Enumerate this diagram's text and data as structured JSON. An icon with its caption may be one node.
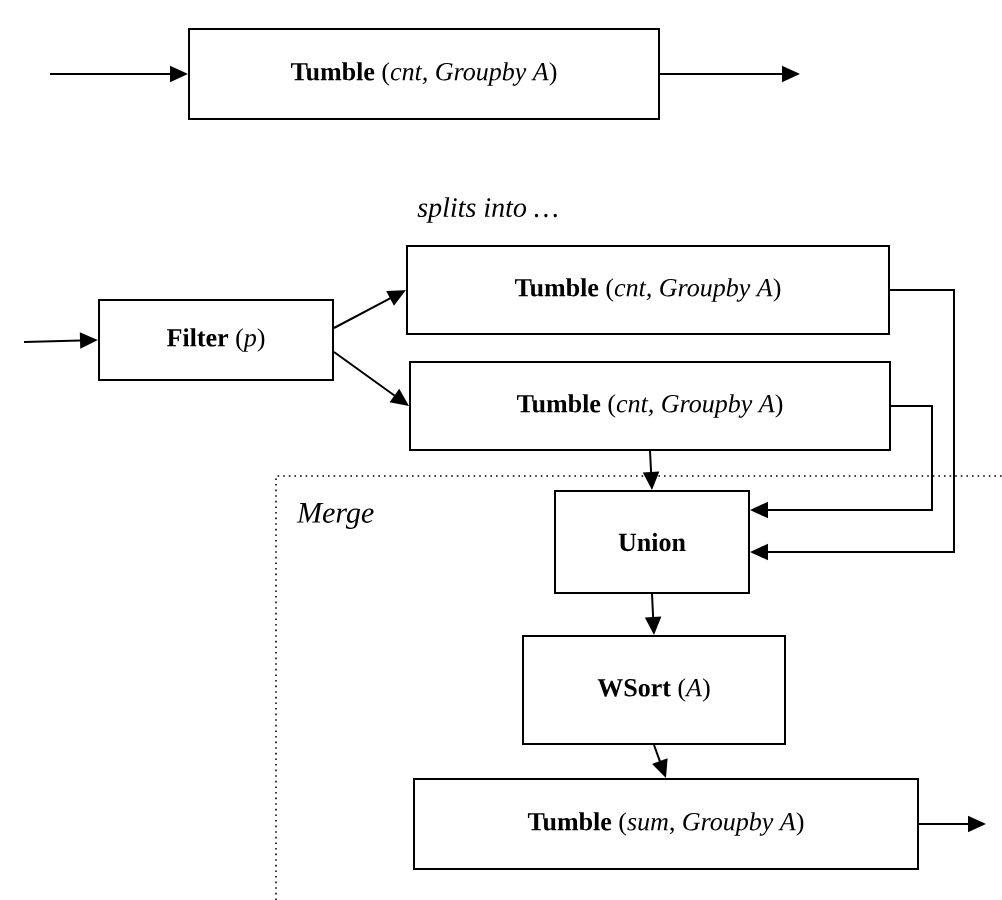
{
  "diagram": {
    "nodes": [
      {
        "text": [
          "**Tumble** (*cnt, Groupby A*)"
        ]
      },
      {
        "text": [
          "**Filter** (*p*)"
        ]
      },
      {
        "text": [
          "**Tumble** (*cnt, Groupby A*)"
        ]
      },
      {
        "text": [
          "**Tumble** (*cnt, Groupby A*)"
        ]
      },
      {
        "text": [
          "Merge"
        ]
      },
      {
        "text": [
          "**Union**"
        ],
        "in": 4
      },
      {
        "text": [
          "**WSort** (*A*)"
        ],
        "in": 4
      },
      {
        "text": [
          "**Tumble** (*sum, Groupby A*)"
        ],
        "in": 4
      }
    ],
    "edges": [
      {
        "from": null,
        "to": 0,
        "arrow": "to"
      },
      {
        "from": 0,
        "to": null,
        "arrow": "to"
      },
      {
        "from": null,
        "to": 1,
        "arrow": "to"
      },
      {
        "from": 1,
        "to": 2,
        "arrow": "to"
      },
      {
        "from": 1,
        "to": 3,
        "arrow": "to"
      },
      {
        "from": 3,
        "to": 5,
        "arrow": "to"
      },
      {
        "from": 3,
        "to": 5,
        "arrow": "to"
      },
      {
        "from": 2,
        "to": 5,
        "arrow": "to"
      },
      {
        "from": 5,
        "to": 6,
        "arrow": "to"
      },
      {
        "from": 6,
        "to": 7,
        "arrow": "to"
      },
      {
        "from": 7,
        "to": null,
        "arrow": "to"
      }
    ],
    "labels": [
      "splits into …"
    ]
  }
}
